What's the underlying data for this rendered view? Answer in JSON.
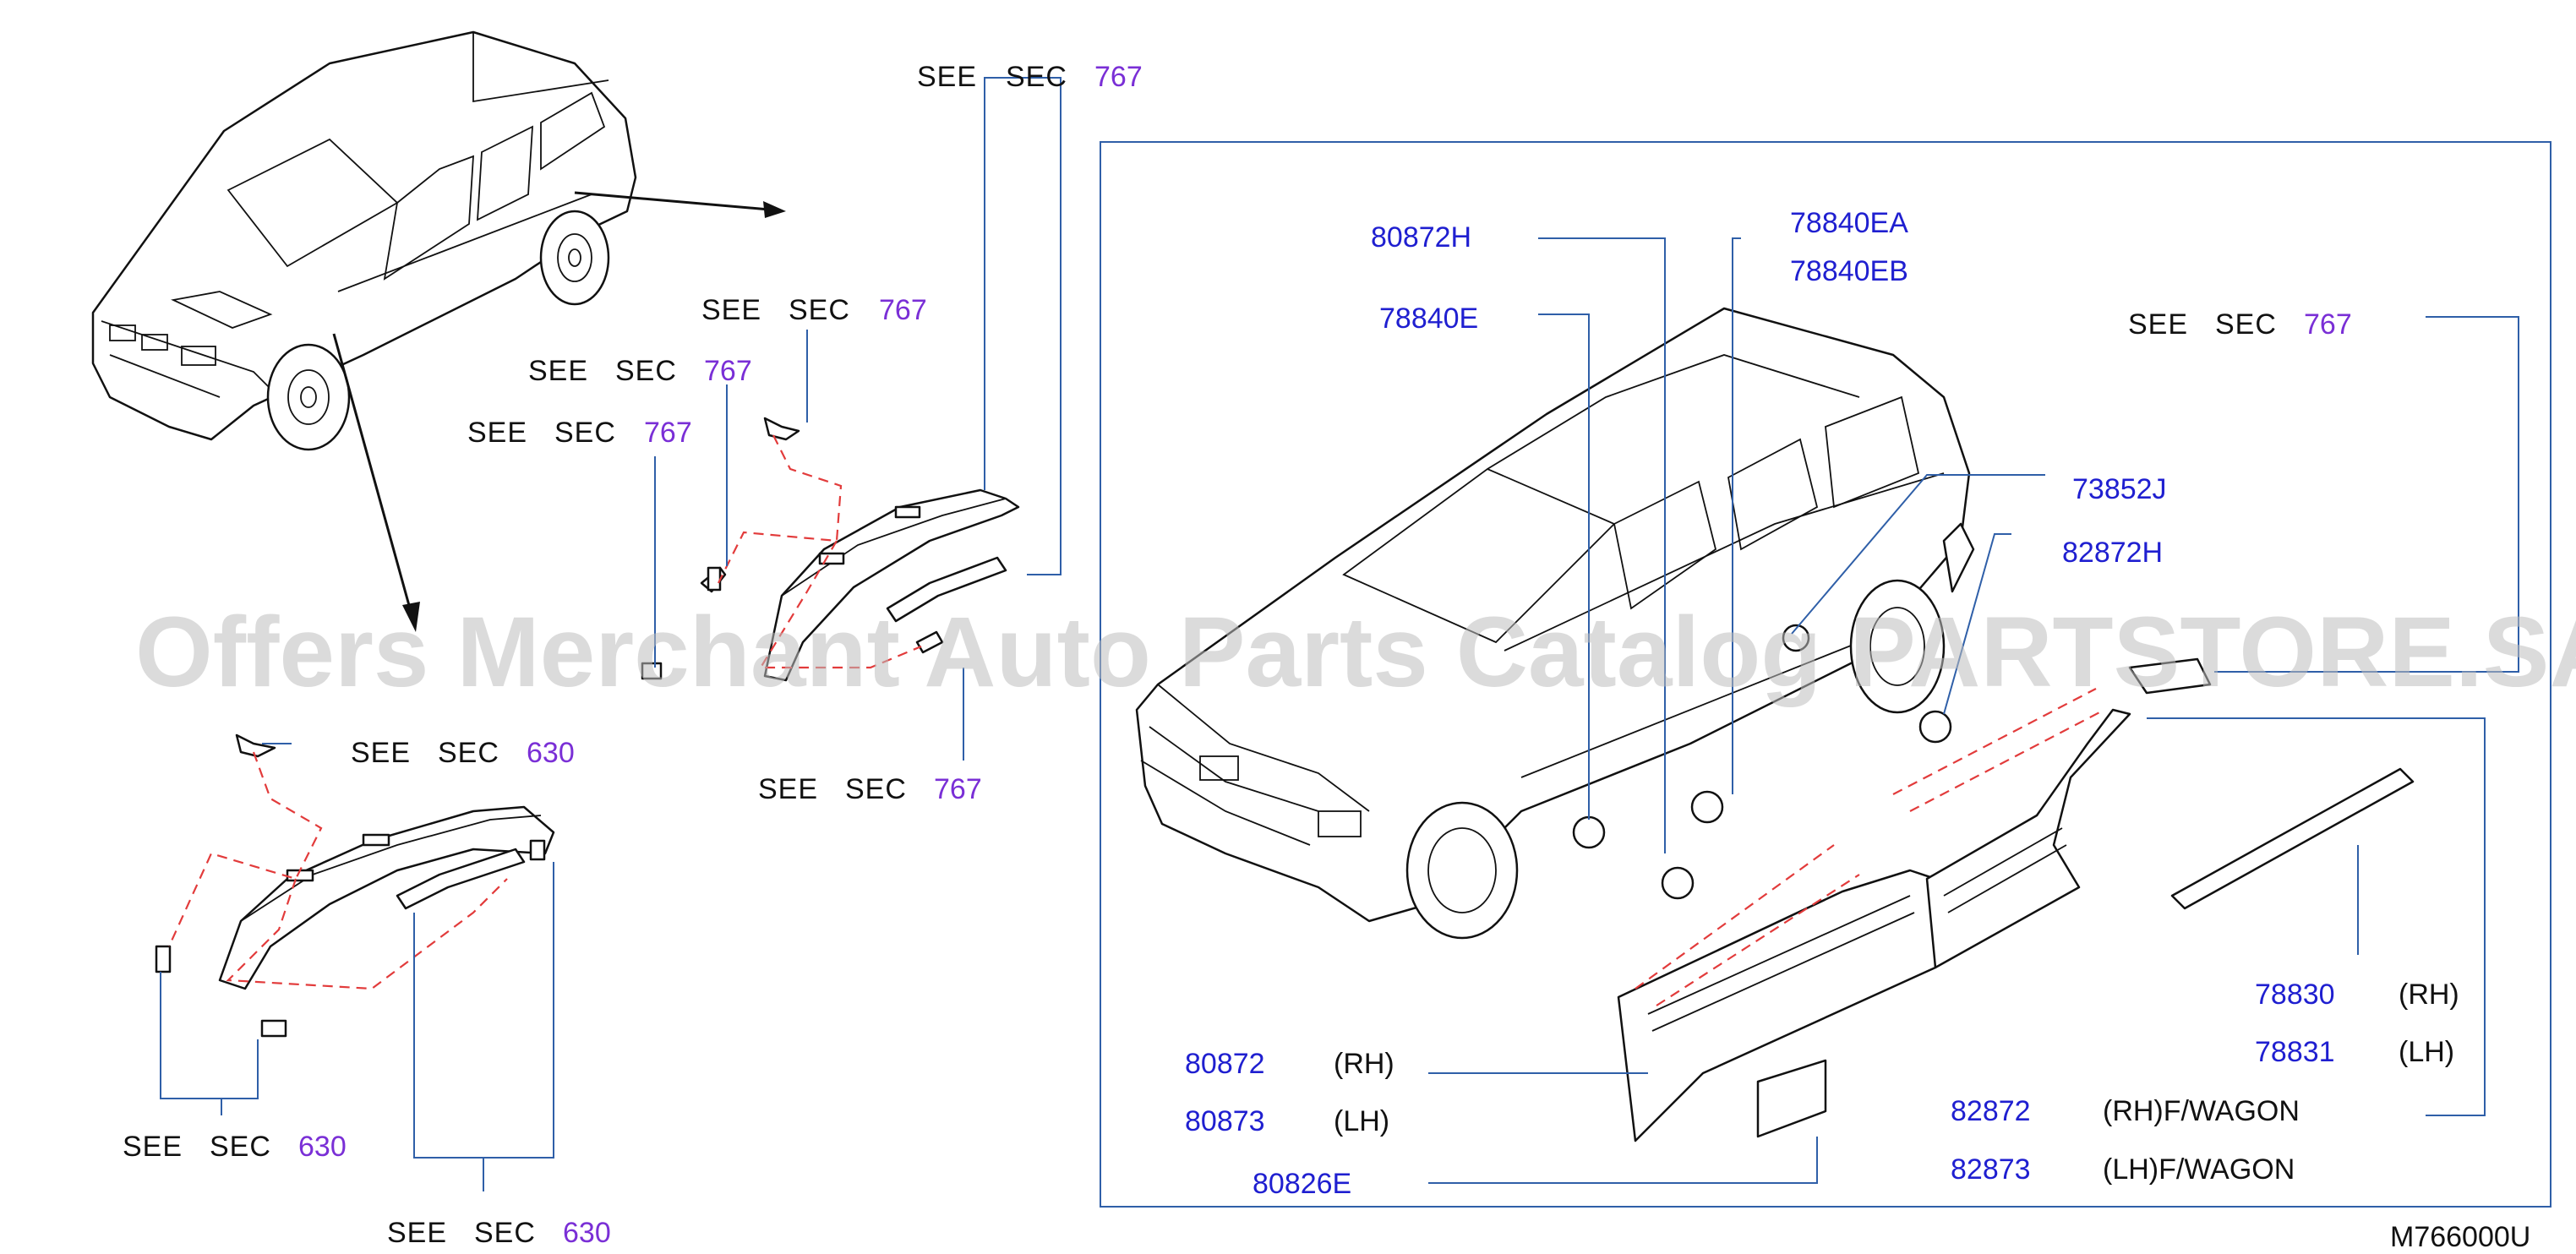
{
  "diagram_id": "M766000U",
  "watermark": "Offers Merchant Auto Parts Catalog PARTSTORE.SA",
  "see_label": "SEE",
  "sec_label": "SEC",
  "section_refs": {
    "s1": "767",
    "s2": "767",
    "s3": "767",
    "s4": "767",
    "s5": "767",
    "s6": "630",
    "s7": "630",
    "s8": "630",
    "s9": "767"
  },
  "parts": {
    "p80872H": "80872H",
    "p78840E": "78840E",
    "p78840EA": "78840EA",
    "p78840EB": "78840EB",
    "p73852J": "73852J",
    "p82872H": "82872H",
    "p78830": "78830",
    "p78831": "78831",
    "p80872": "80872",
    "p80873": "80873",
    "p82872": "82872",
    "p82873": "82873",
    "p80826E": "80826E"
  },
  "descriptions": {
    "rh": "(RH)",
    "lh": "(LH)",
    "rh2": "(RH)",
    "lh2": "(LH)",
    "rh_wagon": "(RH)F/WAGON",
    "lh_wagon": "(LH)F/WAGON"
  }
}
